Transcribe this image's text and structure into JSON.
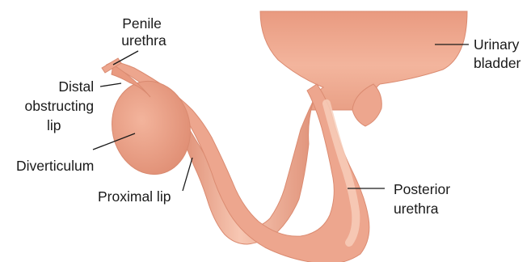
{
  "diagram": {
    "labels": {
      "penile_urethra": [
        "Penile",
        "urethra"
      ],
      "distal_lip": [
        "Distal",
        "obstructing",
        "lip"
      ],
      "diverticulum": [
        "Diverticulum"
      ],
      "proximal_lip": [
        "Proximal lip"
      ],
      "urinary_bladder": [
        "Urinary",
        "bladder"
      ],
      "posterior_urethra": [
        "Posterior",
        "urethra"
      ]
    },
    "colors": {
      "tissue_fill": "#eda68e",
      "tissue_dark": "#dc8a70",
      "tissue_light": "#f8cfbd",
      "label_text": "#1a1a1a"
    }
  }
}
